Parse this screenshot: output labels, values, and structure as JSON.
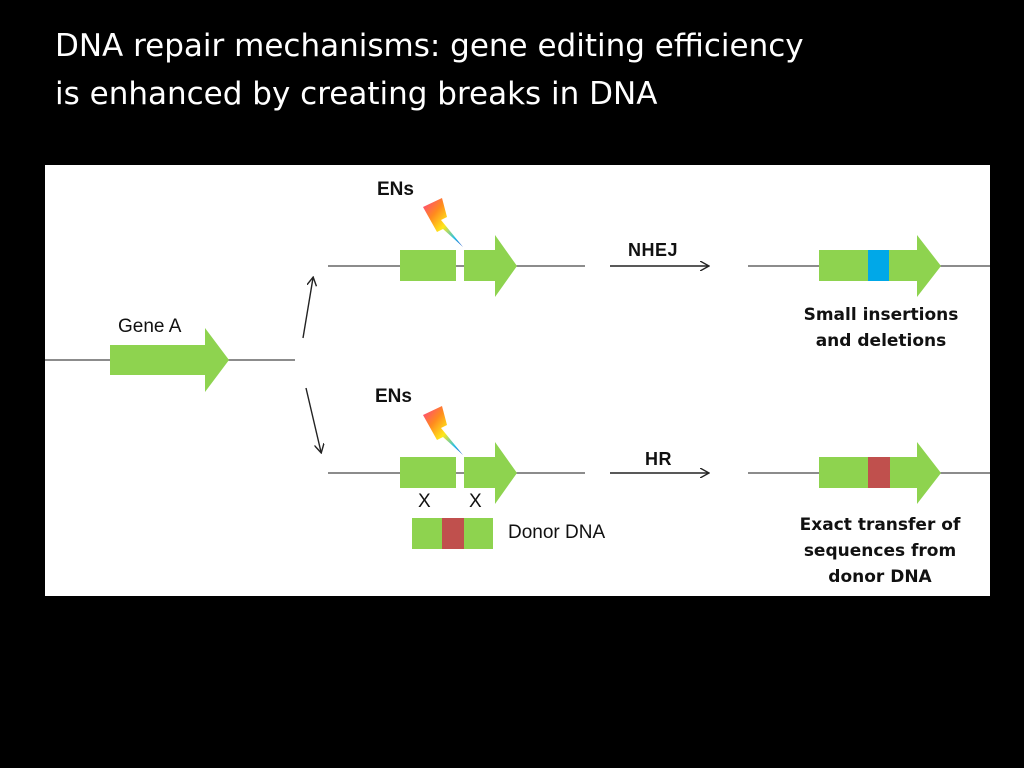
{
  "title": {
    "line1": "DNA repair mechanisms: gene editing efficiency",
    "line2": "is enhanced by creating breaks in DNA"
  },
  "diagram": {
    "gene_label": "Gene A",
    "en_label_top": "ENs",
    "en_label_bottom": "ENs",
    "nhej_label": "NHEJ",
    "hr_label": "HR",
    "cross_left": "X",
    "cross_right": "X",
    "donor_label": "Donor DNA",
    "result_top": {
      "line1": "Small insertions",
      "line2": "and deletions"
    },
    "result_bottom": {
      "line1": "Exact transfer of",
      "line2": "sequences from",
      "line3": "donor DNA"
    }
  },
  "colors": {
    "gene_green": "#8ed34f",
    "insertion_blue": "#00a8e8",
    "donor_red": "#c0504d",
    "background": "#000000",
    "panel": "#ffffff"
  }
}
